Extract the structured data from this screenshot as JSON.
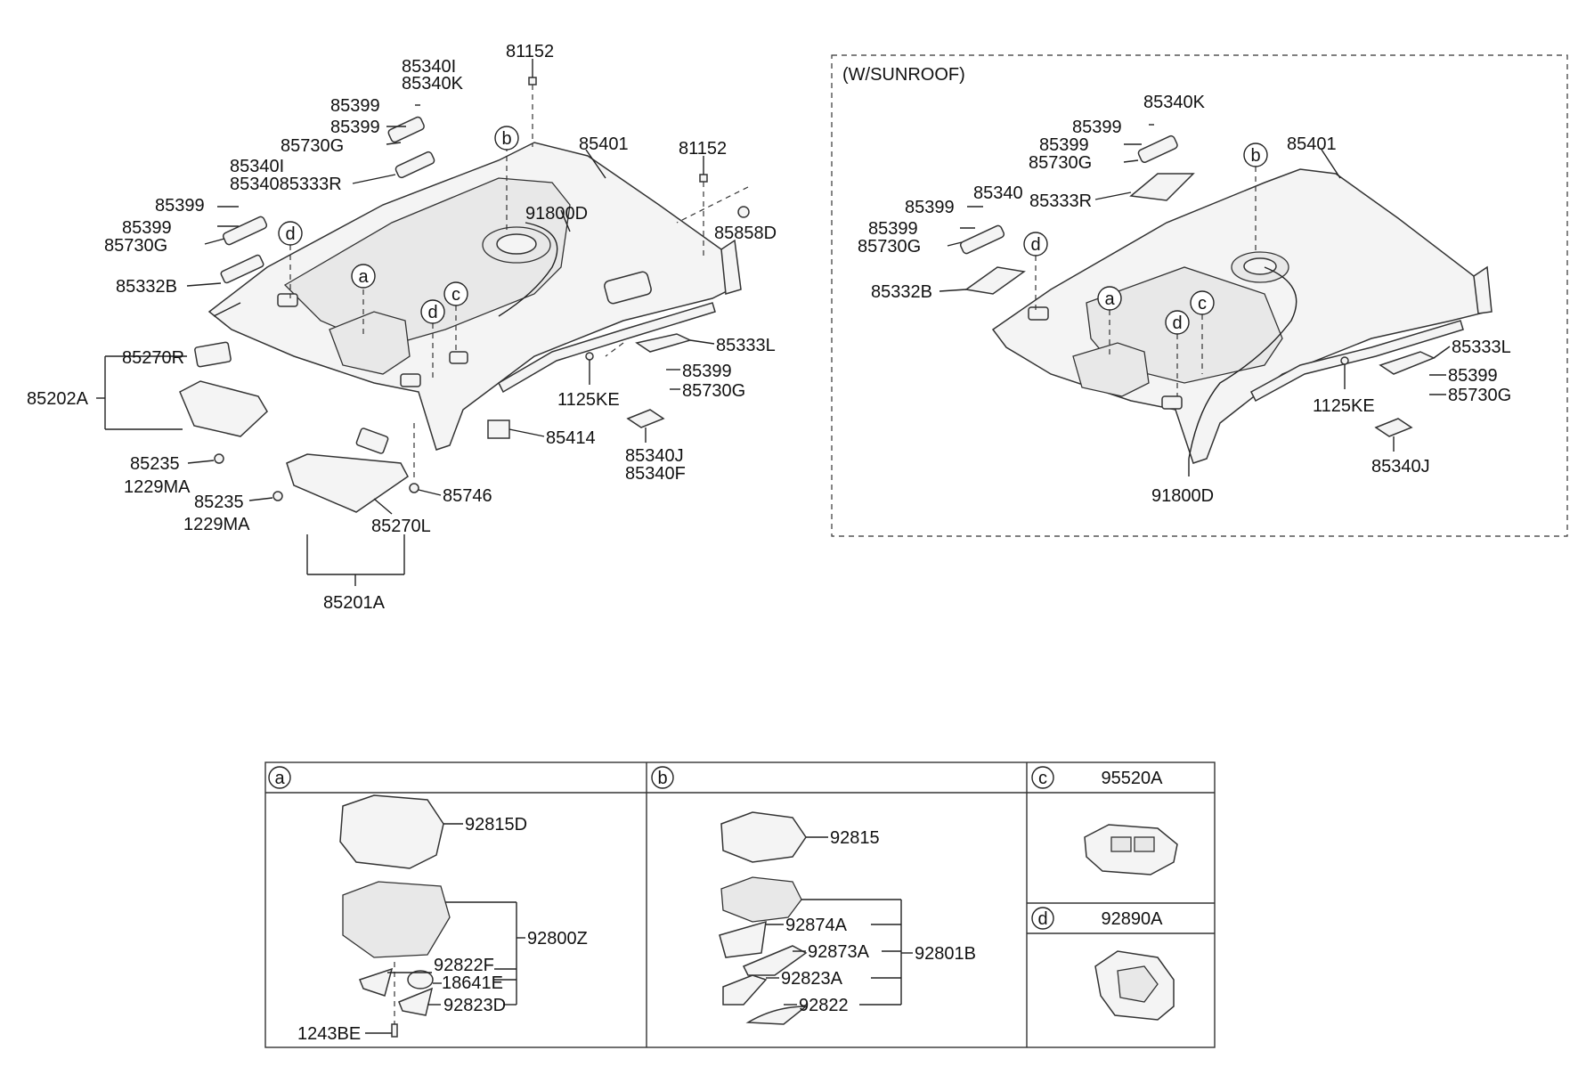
{
  "main_callouts": {
    "c81152a": "81152",
    "c85340i_top": "85340I",
    "c85340k_top": "85340K",
    "c85399_1": "85399",
    "c85399_2": "85399",
    "c85730g_1": "85730G",
    "c85340i_mid": "85340I",
    "c85340_85333r": "8534085333R",
    "c85401": "85401",
    "c81152b": "81152",
    "c85399_3": "85399",
    "c85399_4": "85399",
    "c85730g_2": "85730G",
    "c91800d": "91800D",
    "c85858d": "85858D",
    "c85332b": "85332B",
    "c85270r": "85270R",
    "c85202a": "85202A",
    "c85333l": "85333L",
    "c1125ke": "1125KE",
    "c85399_5": "85399",
    "c85730g_3": "85730G",
    "c85414": "85414",
    "c85340j": "85340J",
    "c85340f": "85340F",
    "c85235_1": "85235",
    "c1229ma_1": "1229MA",
    "c85235_2": "85235",
    "c1229ma_2": "1229MA",
    "c85746": "85746",
    "c85270l": "85270L",
    "c85201a": "85201A"
  },
  "sunroof": {
    "title": "(W/SUNROOF)",
    "s85340k": "85340K",
    "s85399_1": "85399",
    "s85399_2": "85399",
    "s85730g_1": "85730G",
    "s85401": "85401",
    "s85340": "85340",
    "s85333r": "85333R",
    "s85399_3": "85399",
    "s85399_4": "85399",
    "s85730g_2": "85730G",
    "s85332b": "85332B",
    "s85333l": "85333L",
    "s1125ke": "1125KE",
    "s85399_5": "85399",
    "s85730g_3": "85730G",
    "s85340j": "85340J",
    "s91800d": "91800D"
  },
  "markers": {
    "a": "a",
    "b": "b",
    "c": "c",
    "d": "d"
  },
  "detail_table": {
    "a": {
      "p92815d": "92815D",
      "p92800z": "92800Z",
      "p92822f": "92822F",
      "p18641e": "18641E",
      "p92823d": "92823D",
      "p1243be": "1243BE"
    },
    "b": {
      "p92815": "92815",
      "p92874a": "92874A",
      "p92873a": "92873A",
      "p92801b": "92801B",
      "p92823a": "92823A",
      "p92822": "92822"
    },
    "c": {
      "header": "95520A"
    },
    "d": {
      "header": "92890A"
    }
  }
}
